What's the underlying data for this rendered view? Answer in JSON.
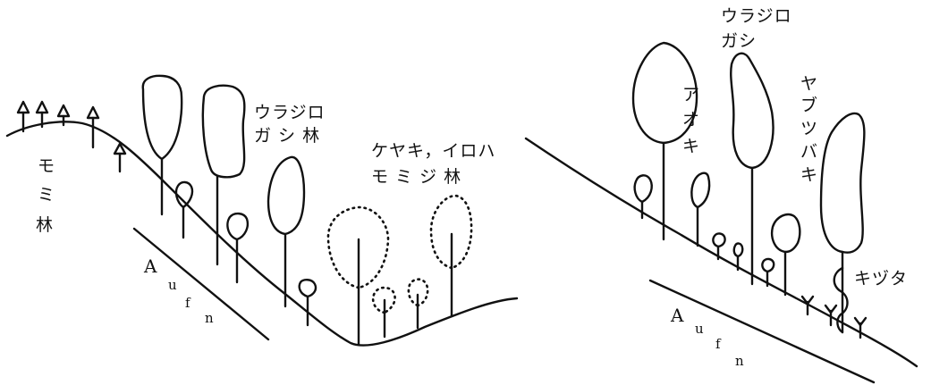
{
  "left_panel": {
    "momi_forest": [
      "モ",
      "ミ",
      "林"
    ],
    "urajiro_forest": [
      "ウラジロ",
      "ガ シ 林"
    ],
    "keyaki_forest": [
      "ケヤキ，イロハ",
      "モ ミ ジ 林"
    ],
    "soil": {
      "a": "A",
      "u": "u",
      "f": "f",
      "n": "n"
    }
  },
  "right_panel": {
    "urajiro": [
      "ウラジロ",
      "ガシ"
    ],
    "aoki": [
      "ア",
      "オ",
      "キ"
    ],
    "yabutsubaki": [
      "ヤ",
      "ブ",
      "ツ",
      "バ",
      "キ"
    ],
    "kizuta": "キヅタ",
    "soil": {
      "a": "A",
      "u": "u",
      "f": "f",
      "n": "n"
    }
  }
}
